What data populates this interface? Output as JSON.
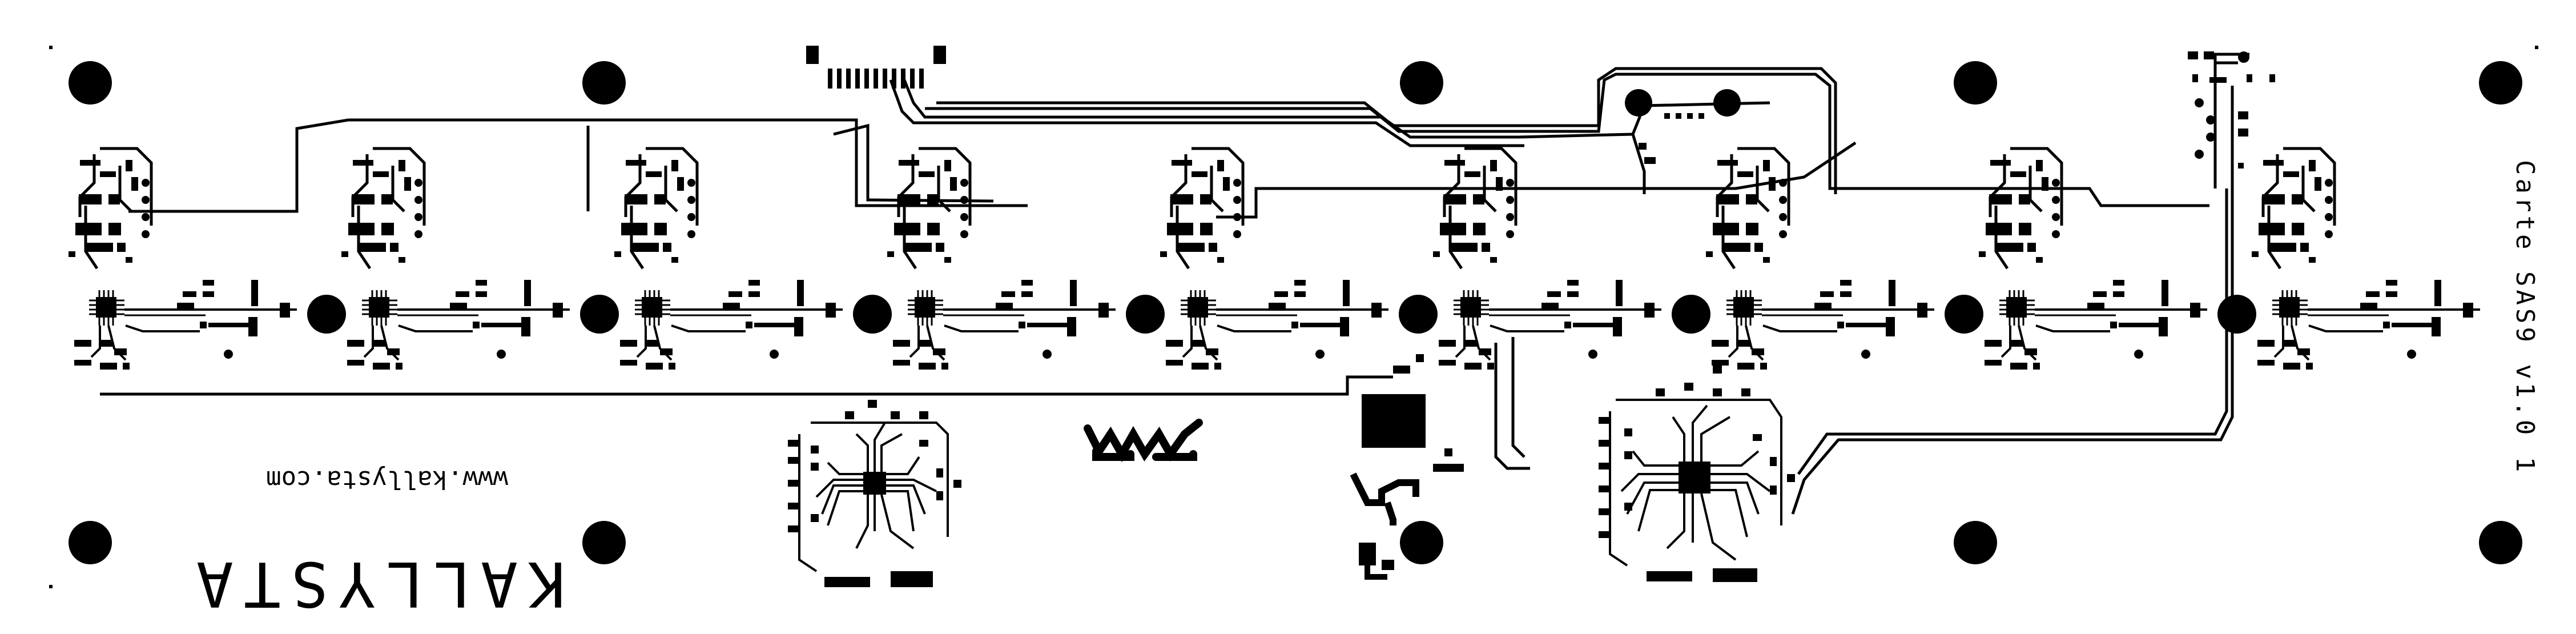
{
  "board": {
    "vertical_label": "Carte SAS9 v1.0 1",
    "url_text": "www.kallysta.com",
    "brand_text": "KALLYSTA",
    "ink_color": "#000000",
    "background_color": "#ffffff"
  },
  "layout_features": {
    "repeated_channels": 9,
    "mounting_holes": 10,
    "large_ics": 2
  }
}
